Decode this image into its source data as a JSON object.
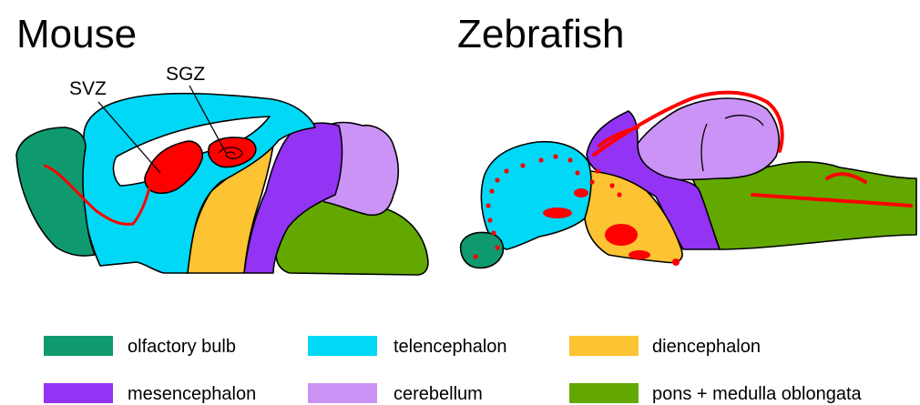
{
  "titles": {
    "mouse": "Mouse",
    "zebrafish": "Zebrafish"
  },
  "mouse_labels": {
    "svz": "SVZ",
    "sgz": "SGZ"
  },
  "colors": {
    "olfactory_bulb": "#0e9a6e",
    "telencephalon": "#00d8f6",
    "diencephalon": "#fcc332",
    "mesencephalon": "#9333f4",
    "cerebellum": "#cb93f5",
    "pons_medulla": "#63a800",
    "neurogenic_niche": "#ff0000"
  },
  "legend": [
    {
      "label": "olfactory bulb",
      "color": "#0e9a6e"
    },
    {
      "label": "telencephalon",
      "color": "#00d8f6"
    },
    {
      "label": "diencephalon",
      "color": "#fcc332"
    },
    {
      "label": "mesencephalon",
      "color": "#9333f4"
    },
    {
      "label": "cerebellum",
      "color": "#cb93f5"
    },
    {
      "label": "pons + medulla oblongata",
      "color": "#63a800"
    }
  ]
}
